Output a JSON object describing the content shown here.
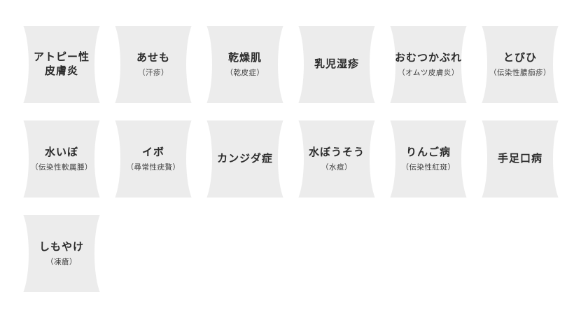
{
  "colors": {
    "page_background": "#ffffff",
    "card_background": "#ececec",
    "text": "#2b2b2b"
  },
  "cards": [
    {
      "title": "アトピー性\n皮膚炎",
      "subtitle": ""
    },
    {
      "title": "あせも",
      "subtitle": "（汗疹）"
    },
    {
      "title": "乾燥肌",
      "subtitle": "（乾皮症）"
    },
    {
      "title": "乳児湿疹",
      "subtitle": ""
    },
    {
      "title": "おむつかぶれ",
      "subtitle": "（オムツ皮膚炎）"
    },
    {
      "title": "とびひ",
      "subtitle": "（伝染性膿痂疹）"
    },
    {
      "title": "水いぼ",
      "subtitle": "（伝染性軟属腫）"
    },
    {
      "title": "イボ",
      "subtitle": "（尋常性疣贅）"
    },
    {
      "title": "カンジダ症",
      "subtitle": ""
    },
    {
      "title": "水ぼうそう",
      "subtitle": "（水痘）"
    },
    {
      "title": "りんご病",
      "subtitle": "（伝染性紅斑）"
    },
    {
      "title": "手足口病",
      "subtitle": ""
    },
    {
      "title": "しもやけ",
      "subtitle": "（凍瘡）"
    }
  ]
}
